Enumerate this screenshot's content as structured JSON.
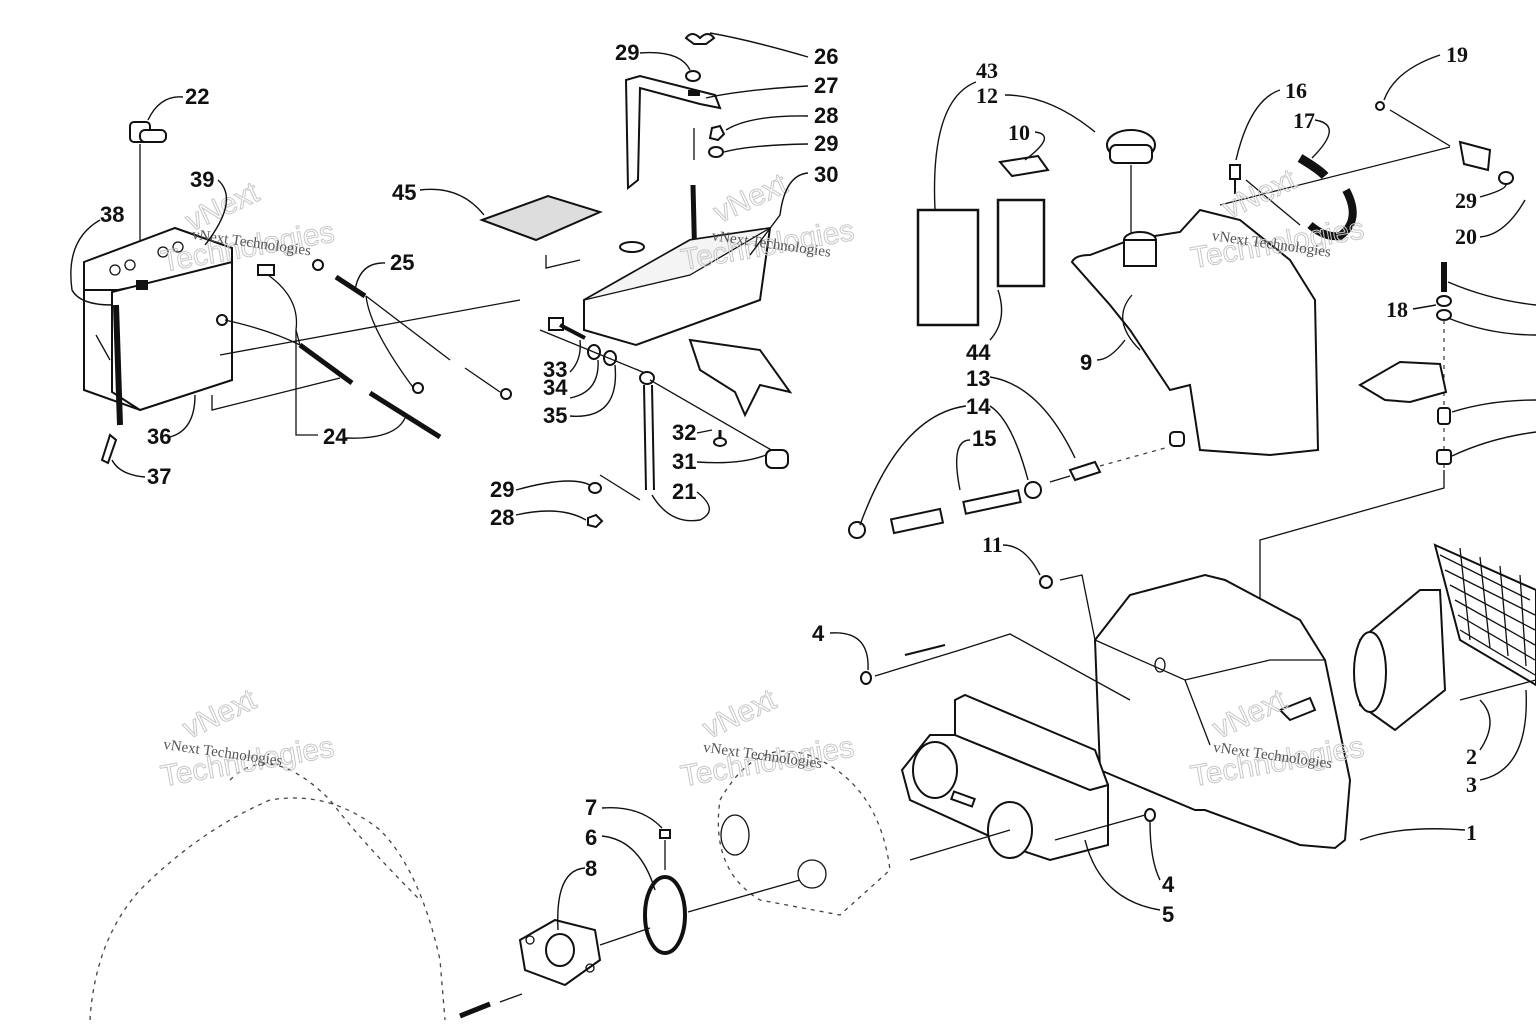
{
  "diagram": {
    "title": "Exploded parts diagram: battery, battery bracket, oil tank, air silencer and carburetor",
    "watermark": {
      "line1": "vNext",
      "line2": "Technologies",
      "small": "vNext Technologies"
    },
    "callouts": [
      {
        "id": "c22",
        "label": "22"
      },
      {
        "id": "c39",
        "label": "39"
      },
      {
        "id": "c38",
        "label": "38"
      },
      {
        "id": "c25",
        "label": "25"
      },
      {
        "id": "c36",
        "label": "36"
      },
      {
        "id": "c24",
        "label": "24"
      },
      {
        "id": "c37",
        "label": "37"
      },
      {
        "id": "c45",
        "label": "45"
      },
      {
        "id": "c29a",
        "label": "29"
      },
      {
        "id": "c26",
        "label": "26"
      },
      {
        "id": "c27",
        "label": "27"
      },
      {
        "id": "c28a",
        "label": "28"
      },
      {
        "id": "c29b",
        "label": "29"
      },
      {
        "id": "c30",
        "label": "30"
      },
      {
        "id": "c33",
        "label": "33"
      },
      {
        "id": "c34",
        "label": "34"
      },
      {
        "id": "c35",
        "label": "35"
      },
      {
        "id": "c32",
        "label": "32"
      },
      {
        "id": "c31",
        "label": "31"
      },
      {
        "id": "c29c",
        "label": "29"
      },
      {
        "id": "c21",
        "label": "21"
      },
      {
        "id": "c28b",
        "label": "28"
      },
      {
        "id": "c43",
        "label": "43"
      },
      {
        "id": "c12",
        "label": "12"
      },
      {
        "id": "c10",
        "label": "10"
      },
      {
        "id": "c16",
        "label": "16"
      },
      {
        "id": "c17",
        "label": "17"
      },
      {
        "id": "c19",
        "label": "19"
      },
      {
        "id": "c29d",
        "label": "29"
      },
      {
        "id": "c20",
        "label": "20"
      },
      {
        "id": "c18",
        "label": "18"
      },
      {
        "id": "c44",
        "label": "44"
      },
      {
        "id": "c9",
        "label": "9"
      },
      {
        "id": "c13",
        "label": "13"
      },
      {
        "id": "c14",
        "label": "14"
      },
      {
        "id": "c15",
        "label": "15"
      },
      {
        "id": "c11",
        "label": "11"
      },
      {
        "id": "c4a",
        "label": "4"
      },
      {
        "id": "c2",
        "label": "2"
      },
      {
        "id": "c3",
        "label": "3"
      },
      {
        "id": "c1",
        "label": "1"
      },
      {
        "id": "c4b",
        "label": "4"
      },
      {
        "id": "c5",
        "label": "5"
      },
      {
        "id": "c7",
        "label": "7"
      },
      {
        "id": "c6",
        "label": "6"
      },
      {
        "id": "c8",
        "label": "8"
      }
    ]
  }
}
